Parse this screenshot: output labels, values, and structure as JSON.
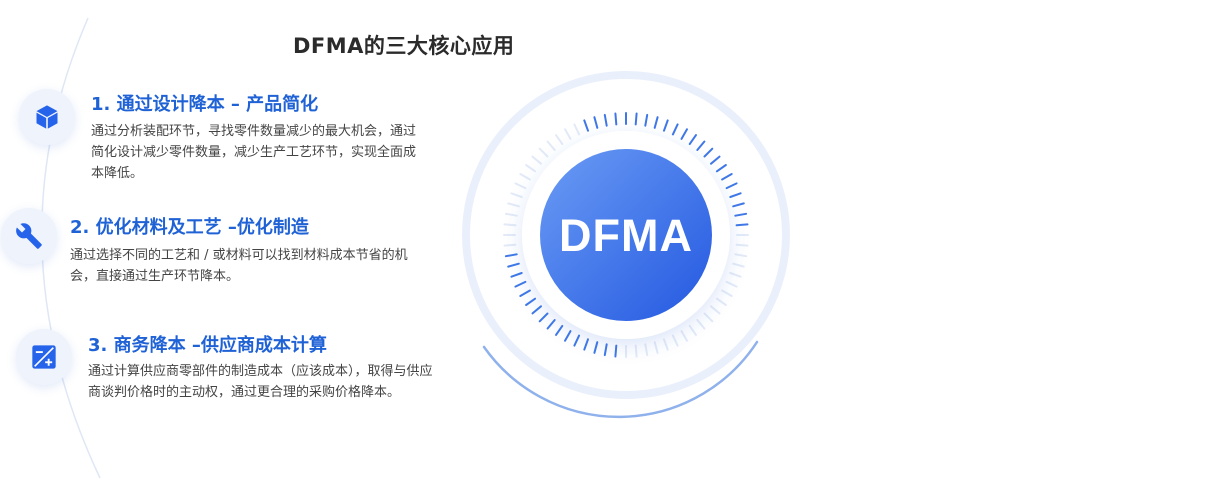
{
  "title": "DFMA的三大核心应用",
  "center_label": "DFMA",
  "accent_color": "#2563eb",
  "applications": [
    {
      "title": "1. 通过设计降本 – 产品简化",
      "desc": "通过分析装配环节，寻找零件数量减少的最大机会，通过简化设计减少零件数量，减少生产工艺环节，实现全面成本降低。",
      "icon": "cube-icon"
    },
    {
      "title": "2. 优化材料及工艺 –优化制造",
      "desc": "通过选择不同的工艺和 / 或材料可以找到材料成本节省的机会，直接通过生产环节降本。",
      "icon": "wrench-icon"
    },
    {
      "title": "3. 商务降本 –供应商成本计算",
      "desc": "通过计算供应商零部件的制造成本（应该成本），取得与供应商谈判价格时的主动权，通过更合理的采购价格降本。",
      "icon": "calculator-icon"
    }
  ]
}
